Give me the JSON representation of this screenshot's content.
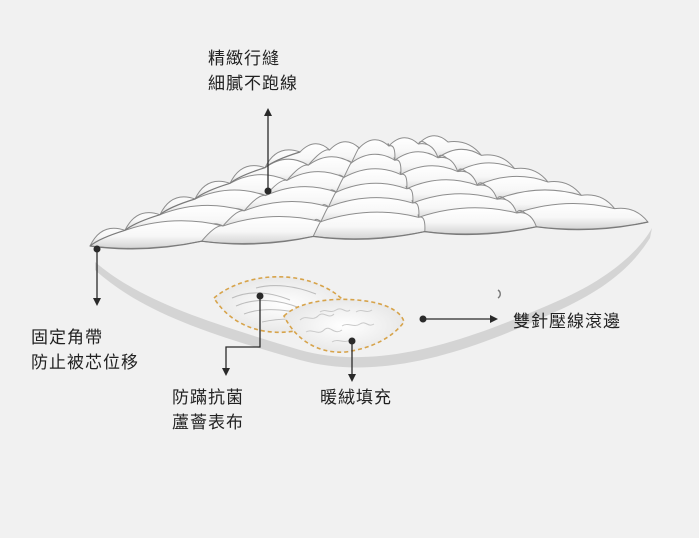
{
  "labels": {
    "stitching": {
      "line1": "精緻行縫",
      "line2": "細膩不跑線"
    },
    "corner_straps": {
      "line1": "固定角帶",
      "line2": "防止被芯位移"
    },
    "fabric": {
      "line1": "防蹣抗菌",
      "line2": "蘆薈表布"
    },
    "filling": {
      "line1": "暖絨填充"
    },
    "piping": {
      "line1": "雙針壓線滾邊"
    }
  },
  "colors": {
    "background": "#f1f1f1",
    "quilt_fill": "#ffffff",
    "quilt_shade": "#d2d2d2",
    "quilt_outline": "#8d8d8d",
    "cutaway_outline": "#d7a34a",
    "pointer": "#2a2a2a"
  },
  "icons": {
    "pointer_dot": "filled-circle",
    "pointer_arrow": "triangle-arrowhead"
  }
}
